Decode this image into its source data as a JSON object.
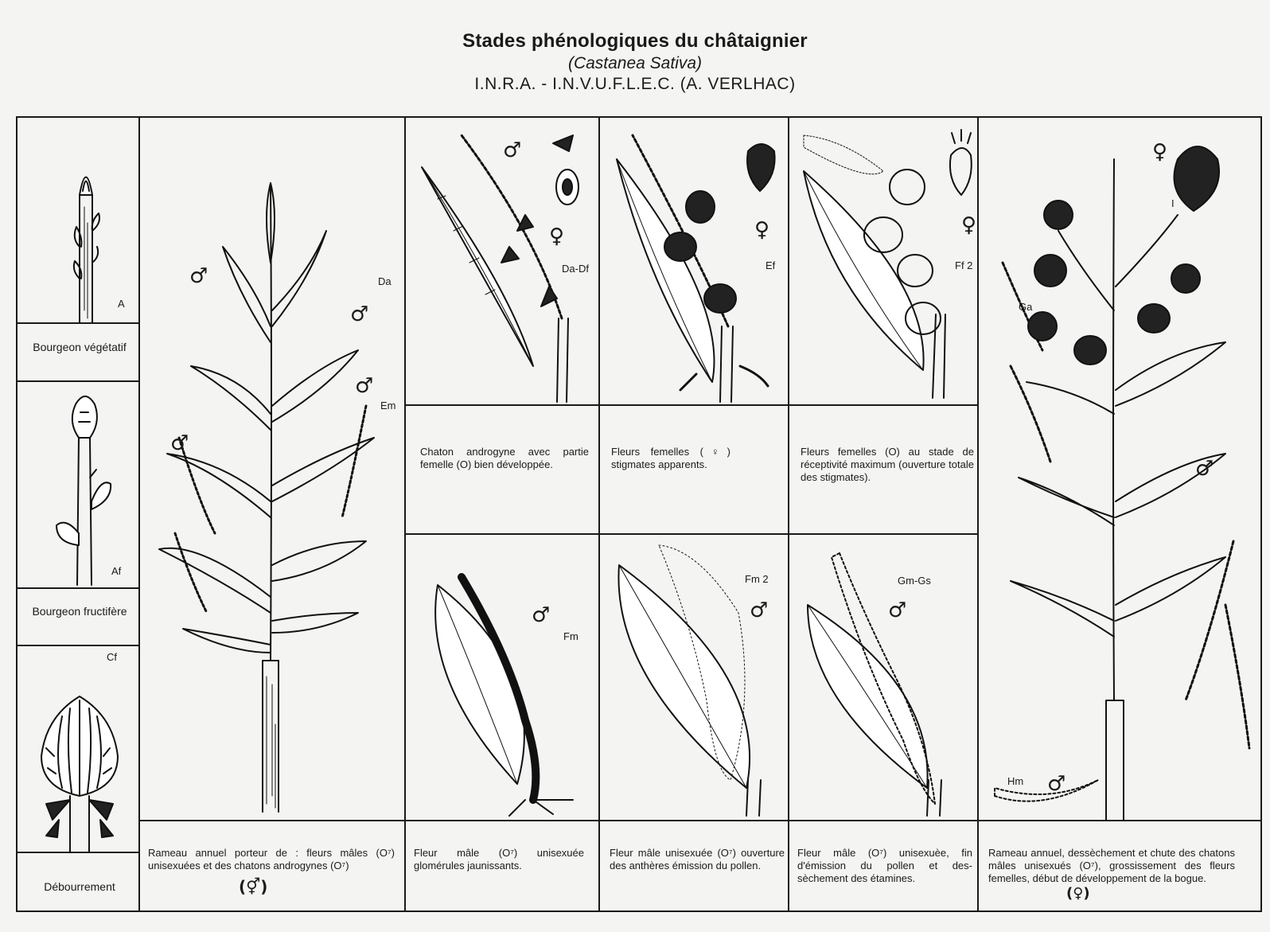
{
  "header": {
    "title": "Stades phénologiques du châtaignier",
    "species": "(Castanea Sativa)",
    "credit": "I.N.R.A. - I.N.V.U.F.L.E.C. (A. VERLHAC)"
  },
  "symbols": {
    "male": "♂",
    "female": "♀",
    "both": "(⚥)"
  },
  "left_column": {
    "A": {
      "code": "A",
      "label": "Bourgeon végétatif"
    },
    "Af": {
      "code": "Af",
      "label": "Bourgeon fructifère"
    },
    "Cf": {
      "code": "Cf",
      "label": "Débourrement"
    }
  },
  "panel_rameau": {
    "codes": [
      "Da",
      "Em"
    ],
    "caption": "Rameau annuel porteur de : fleurs mâles (O⁷) unisexuées et des chatons androgynes (O⁷)",
    "caption_symbol": "(⚥)"
  },
  "panel_dadf": {
    "code": "Da-Df",
    "caption": "Chaton androgyne avec partie femelle (O) bien développée."
  },
  "panel_ef": {
    "code": "Ef",
    "caption": "Fleurs femelles (♀) stigmates apparents."
  },
  "panel_ff2": {
    "code": "Ff 2",
    "caption": "Fleurs femelles (O) au stade de réceptivité maximum (ouverture totale des stigmates)."
  },
  "panel_fm": {
    "code": "Fm",
    "caption": "Fleur mâle (O⁷) unisexuée glomérules jaunissants."
  },
  "panel_fm2": {
    "code": "Fm 2",
    "caption": "Fleur mâle unisexuée (O⁷) ouverture des anthères émission du pollen."
  },
  "panel_gmgs": {
    "code": "Gm-Gs",
    "caption": "Fleur mâle (O⁷) unisexuèe, fin d'émission du pollen et des-sèchement des étamines."
  },
  "panel_final": {
    "codes": [
      "Ga",
      "I",
      "Hm"
    ],
    "caption": "Rameau annuel, dessèchement et chute des chatons mâles unisexués (O⁷), grossissement des fleurs femelles, début de développement de la bogue.",
    "caption_symbol": "(♀)"
  }
}
